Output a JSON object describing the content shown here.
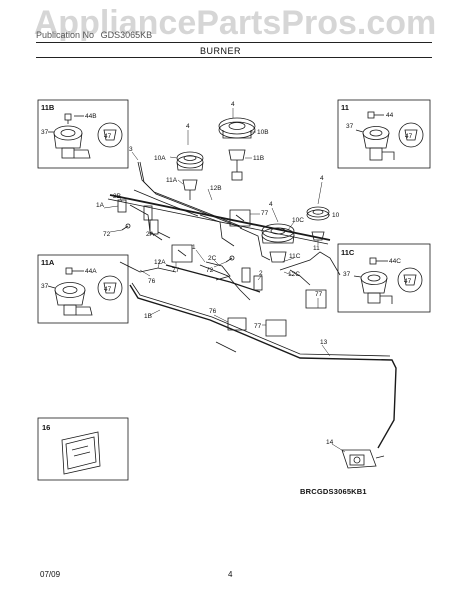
{
  "watermark": "AppliancePartsPros.com",
  "header": {
    "publication_label": "Publication No",
    "model_partial": "GDS3065KB",
    "title": "BURNER"
  },
  "diagram": {
    "insets": [
      {
        "id": "11B",
        "callouts": [
          "44B",
          "37",
          "47"
        ]
      },
      {
        "id": "11",
        "callouts": [
          "44",
          "37",
          "47"
        ]
      },
      {
        "id": "11A",
        "callouts": [
          "44A",
          "37",
          "47"
        ]
      },
      {
        "id": "11C",
        "callouts": [
          "44C",
          "37",
          "47"
        ]
      },
      {
        "id": "16",
        "callouts": []
      }
    ],
    "callouts": [
      "4",
      "4",
      "4",
      "4",
      "10B",
      "10A",
      "11B",
      "3",
      "11A",
      "12B",
      "2B",
      "1A",
      "72",
      "2A",
      "77",
      "10C",
      "10",
      "11",
      "12A",
      "77",
      "76",
      "1",
      "2C",
      "72",
      "11C",
      "2",
      "12C",
      "77",
      "77",
      "1B",
      "76",
      "13",
      "14"
    ]
  },
  "ref_code": "BRCGDS3065KB1",
  "footer": {
    "date": "07/09",
    "page": "4"
  }
}
